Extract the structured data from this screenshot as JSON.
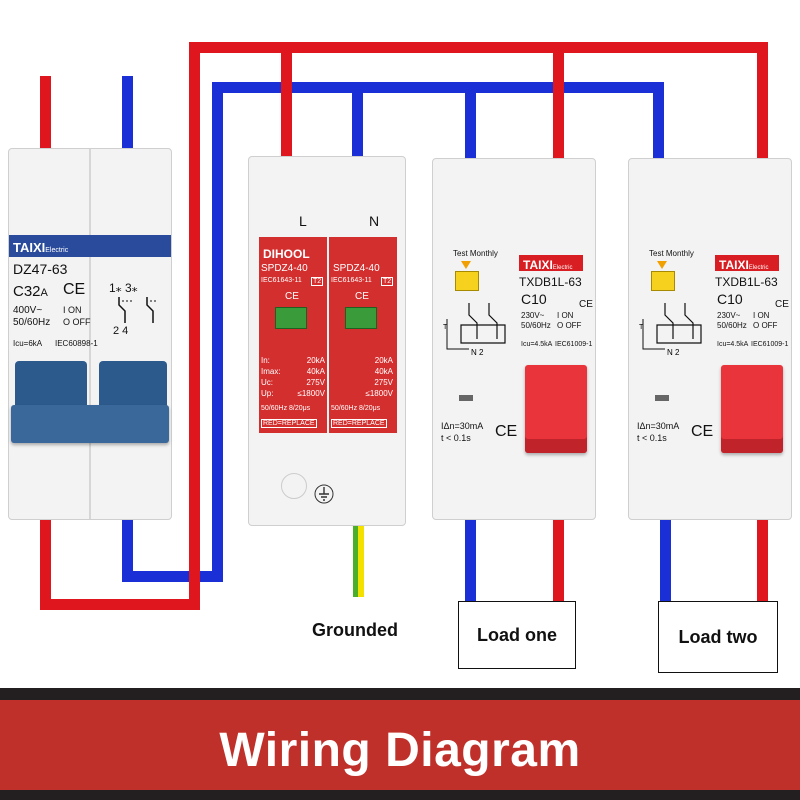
{
  "colors": {
    "live": "#e0161e",
    "neutral": "#1a2fd6",
    "earth_green": "#4caf2a",
    "earth_yellow": "#f5e100",
    "spd_red": "#d32f2f",
    "handle_blue": "#2c5a8c",
    "handle_red": "#e8343a",
    "banner": "#c0302a",
    "dark_bar": "#231f20",
    "brand_red": "#d81e23",
    "brand_blue": "#2a4b9c"
  },
  "devices": {
    "mcb": {
      "brand": "TAIXI",
      "brand_sub": "Electric",
      "model": "DZ47-63",
      "rating": "C32",
      "rating_unit": "A",
      "ce": "CE",
      "pole_marks": "1⁎ 3⁎",
      "pole_marks_bottom": "2  4",
      "voltage": "400V~",
      "freq": "50/60Hz",
      "on": "I ON",
      "off": "O OFF",
      "icu": "Icu=6kA",
      "standard": "IEC60898-1"
    },
    "spd": {
      "terminal_l": "L",
      "terminal_n": "N",
      "brand": "DIHOOL",
      "model": "SPDZ4-40",
      "standard": "IEC61643-11",
      "class": "T2",
      "ce": "CE",
      "specs": [
        {
          "k": "In:",
          "v": "20kA"
        },
        {
          "k": "Imax:",
          "v": "40kA"
        },
        {
          "k": "Uc:",
          "v": "275V"
        },
        {
          "k": "Up:",
          "v": "≤1800V"
        }
      ],
      "wave": "50/60Hz  8/20μs",
      "replace": "RED=REPLACE"
    },
    "rcbo": {
      "test": "Test Monthly",
      "brand": "TAIXI",
      "brand_sub": "Electric",
      "model": "TXDB1L-63",
      "rating": "C10",
      "voltage": "230V~",
      "freq": "50/60Hz",
      "on": "I ON",
      "off": "O OFF",
      "ce": "CE",
      "icu": "Icu=4.5kA",
      "standard": "IEC61009-1",
      "idn": "IΔn=30mA",
      "time": "t < 0.1s"
    }
  },
  "labels": {
    "grounded": "Grounded",
    "load_one": "Load one",
    "load_two": "Load two",
    "title": "Wiring Diagram"
  }
}
